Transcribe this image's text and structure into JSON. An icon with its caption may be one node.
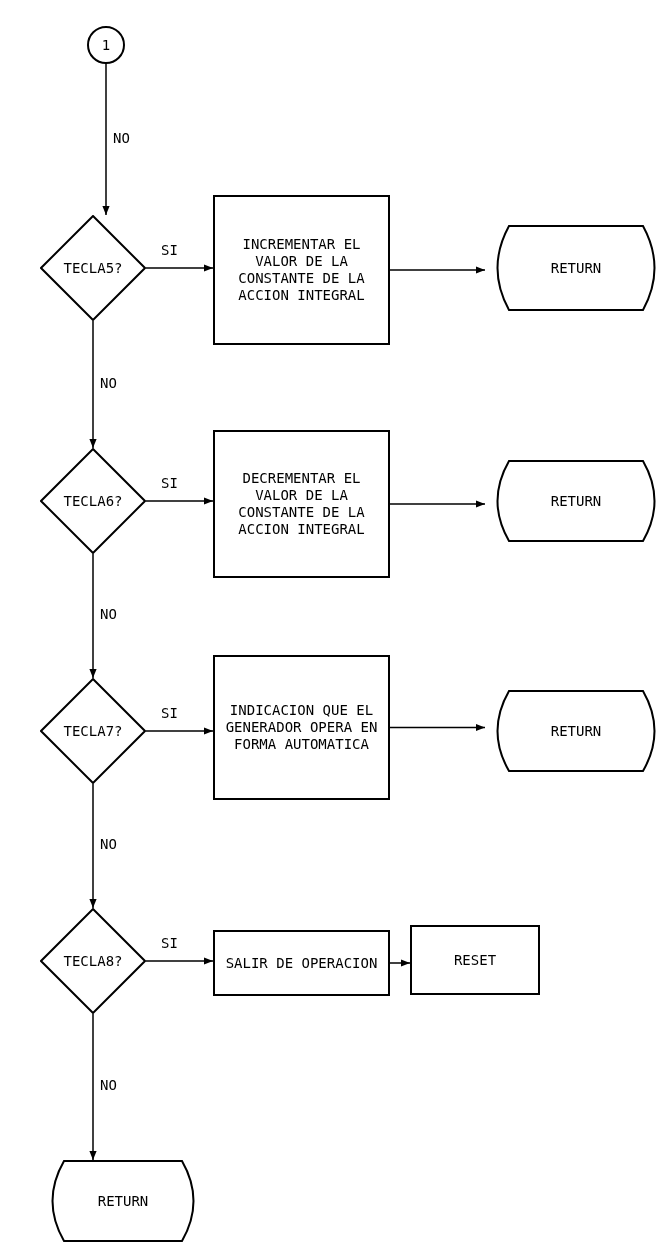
{
  "diagram": {
    "nodes": [
      {
        "text": [
          "1"
        ]
      },
      {
        "text": [
          "TECLA5?"
        ]
      },
      {
        "text": [
          "INCREMENTAR EL VALOR DE LA CONSTANTE DE LA ACCION INTEGRAL"
        ]
      },
      {
        "text": [
          "RETURN"
        ]
      },
      {
        "text": [
          "TECLA6?"
        ]
      },
      {
        "text": [
          "DECREMENTAR EL VALOR DE LA CONSTANTE DE LA ACCION INTEGRAL"
        ]
      },
      {
        "text": [
          "RETURN"
        ]
      },
      {
        "text": [
          "TECLA7?"
        ]
      },
      {
        "text": [
          "INDICACION QUE EL GENERADOR OPERA EN FORMA AUTOMATICA"
        ]
      },
      {
        "text": [
          "RETURN"
        ]
      },
      {
        "text": [
          "TECLA8?"
        ]
      },
      {
        "text": [
          "SALIR DE OPERACION"
        ]
      },
      {
        "text": [
          "RESET"
        ]
      },
      {
        "text": [
          "RETURN"
        ]
      }
    ],
    "edges": [
      {
        "from": 0,
        "to": 1,
        "arrow": "to",
        "label": "NO"
      },
      {
        "from": 1,
        "to": 2,
        "arrow": "to",
        "label": "SI"
      },
      {
        "from": 2,
        "to": 3,
        "arrow": "to"
      },
      {
        "from": 1,
        "to": 4,
        "arrow": "to",
        "label": "NO"
      },
      {
        "from": 4,
        "to": 5,
        "arrow": "to",
        "label": "SI"
      },
      {
        "from": 5,
        "to": 6,
        "arrow": "to"
      },
      {
        "from": 4,
        "to": 7,
        "arrow": "to",
        "label": "NO"
      },
      {
        "from": 7,
        "to": 8,
        "arrow": "to",
        "label": "SI"
      },
      {
        "from": 8,
        "to": 9,
        "arrow": "to"
      },
      {
        "from": 7,
        "to": 10,
        "arrow": "to",
        "label": "NO"
      },
      {
        "from": 10,
        "to": 11,
        "arrow": "to",
        "label": "SI"
      },
      {
        "from": 11,
        "to": 12,
        "arrow": "to"
      },
      {
        "from": 10,
        "to": 13,
        "arrow": "to",
        "label": "NO"
      }
    ]
  }
}
